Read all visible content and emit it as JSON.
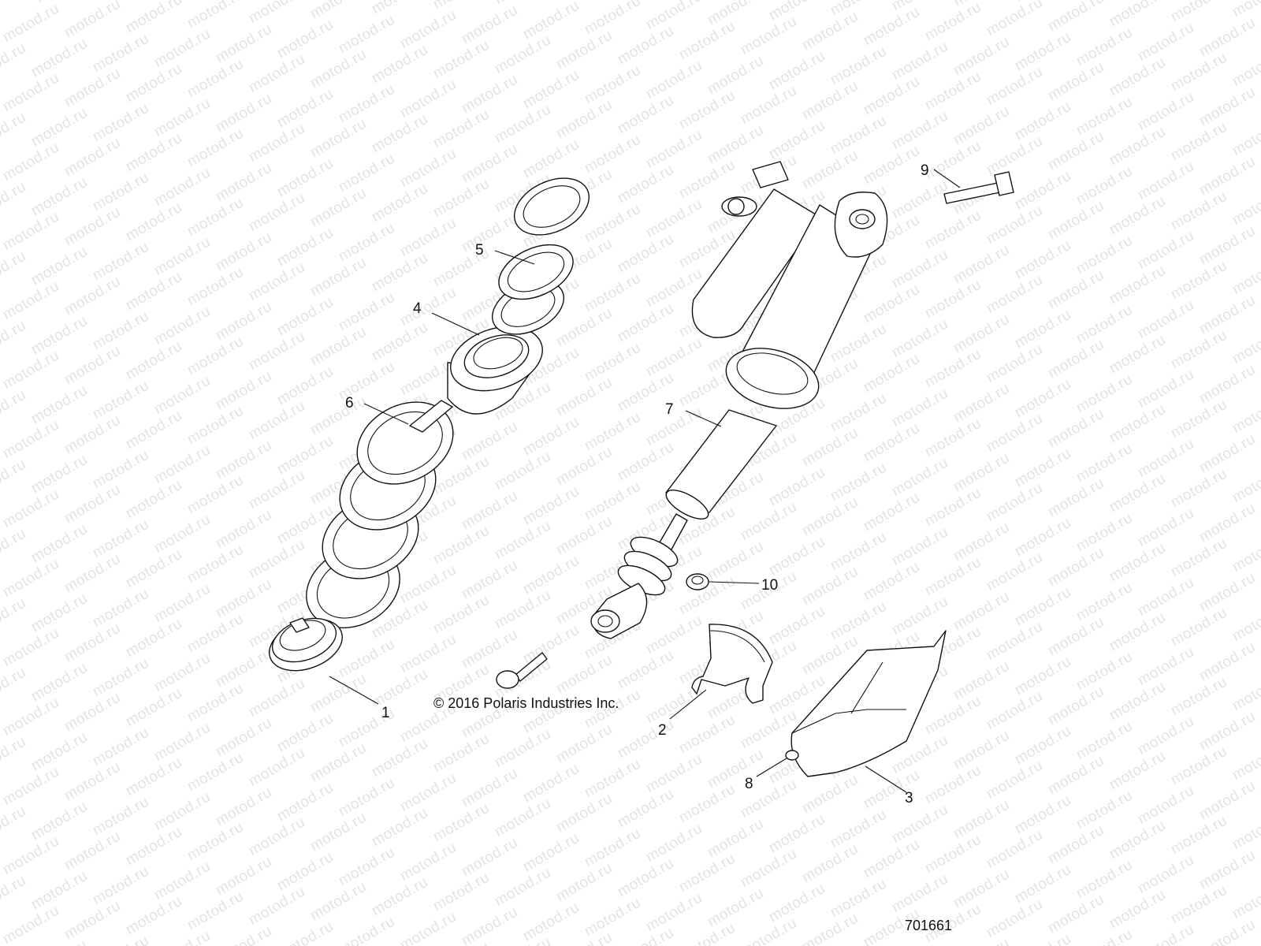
{
  "watermark_text": "motod.ru",
  "copyright": "© 2016 Polaris Industries Inc.",
  "figure_number": "701661",
  "callouts": [
    {
      "id": "1",
      "label": "1"
    },
    {
      "id": "2",
      "label": "2"
    },
    {
      "id": "3",
      "label": "3"
    },
    {
      "id": "4",
      "label": "4"
    },
    {
      "id": "5",
      "label": "5"
    },
    {
      "id": "6",
      "label": "6"
    },
    {
      "id": "7",
      "label": "7"
    },
    {
      "id": "8",
      "label": "8"
    },
    {
      "id": "9",
      "label": "9"
    },
    {
      "id": "10",
      "label": "10"
    }
  ]
}
